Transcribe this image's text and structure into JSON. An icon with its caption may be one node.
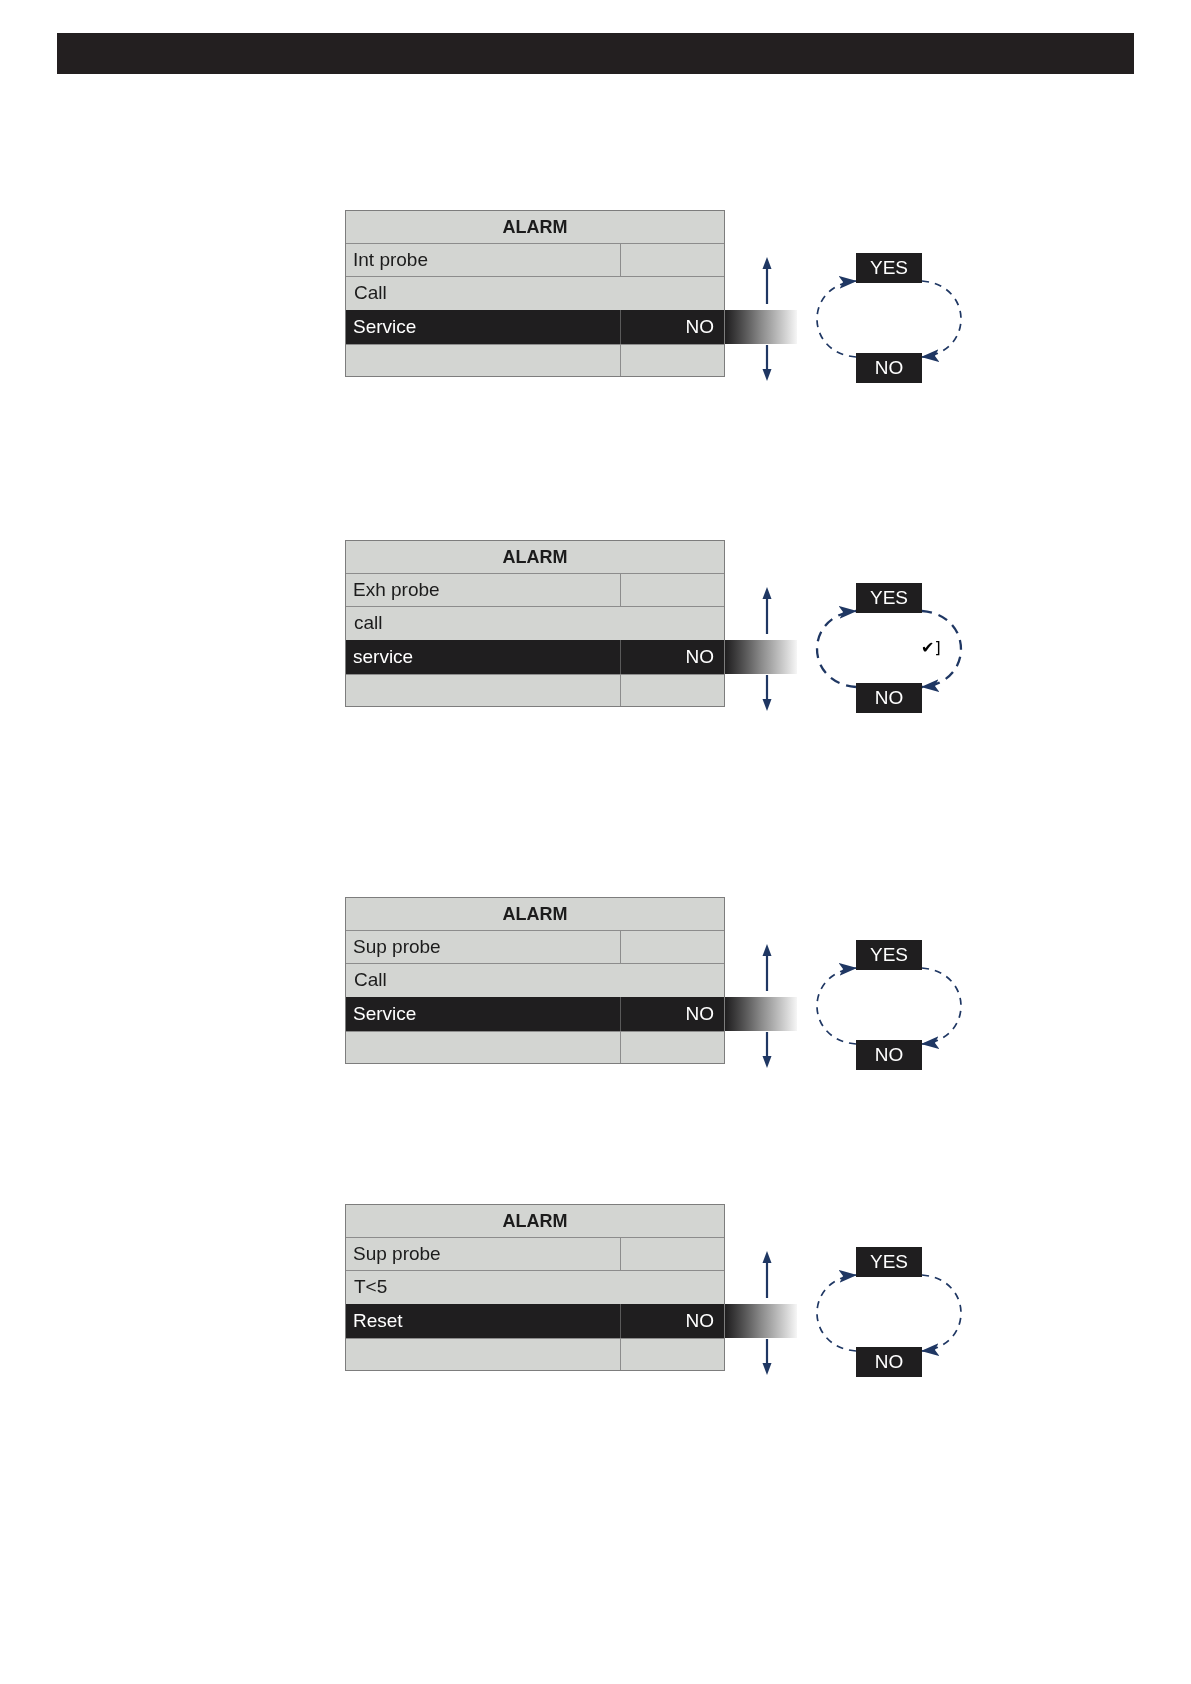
{
  "diagram": {
    "nodes": [
      {
        "text": [
          "ALARM",
          "Int probe",
          "Call",
          "Service",
          "NO"
        ]
      },
      {
        "text": [
          "YES"
        ]
      },
      {
        "text": [
          "NO"
        ]
      },
      {
        "text": [
          "ALARM",
          "Exh probe",
          "call",
          "service",
          "NO"
        ]
      },
      {
        "text": [
          "YES"
        ]
      },
      {
        "text": [
          "NO"
        ]
      },
      {
        "text": [
          "ALARM",
          "Sup probe",
          "Call",
          "Service",
          "NO"
        ]
      },
      {
        "text": [
          "YES"
        ]
      },
      {
        "text": [
          "NO"
        ]
      },
      {
        "text": [
          "ALARM",
          "Sup probe",
          "T<5",
          "Reset",
          "NO"
        ]
      },
      {
        "text": [
          "YES"
        ]
      },
      {
        "text": [
          "NO"
        ]
      }
    ],
    "edges": [
      {
        "from": 1,
        "to": 2,
        "arrow": "to",
        "style": "dashed"
      },
      {
        "from": 2,
        "to": 1,
        "arrow": "to",
        "style": "dashed"
      },
      {
        "from": 4,
        "to": 5,
        "arrow": "to",
        "style": "dashed"
      },
      {
        "from": 5,
        "to": 4,
        "arrow": "to",
        "style": "dashed"
      },
      {
        "from": 7,
        "to": 8,
        "arrow": "to",
        "style": "dashed"
      },
      {
        "from": 8,
        "to": 7,
        "arrow": "to",
        "style": "dashed"
      },
      {
        "from": 10,
        "to": 11,
        "arrow": "to",
        "style": "dashed"
      },
      {
        "from": 11,
        "to": 10,
        "arrow": "to",
        "style": "dashed"
      }
    ],
    "labels": [
      "✔]"
    ]
  }
}
